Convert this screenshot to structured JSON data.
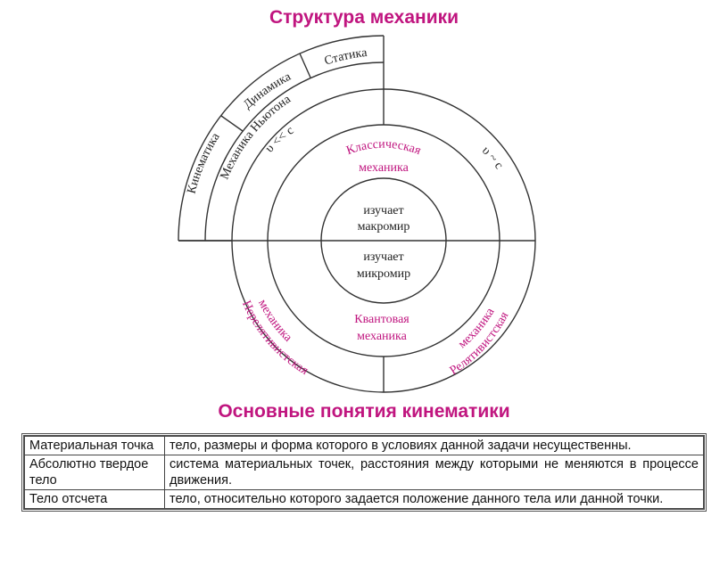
{
  "titles": {
    "structure": "Структура механики",
    "concepts": "Основные понятия кинематики"
  },
  "colors": {
    "accent": "#c0157f",
    "line": "#333333"
  },
  "diagram": {
    "outer_arcs": [
      "Кинематика",
      "Динамика",
      "Статика"
    ],
    "newton": "Механика Ньютона",
    "speed_low": "υ << c",
    "speed_high": "υ ~ c",
    "classical": [
      "Классическая",
      "механика"
    ],
    "quantum": [
      "Квантовая",
      "механика"
    ],
    "nonrelativistic": [
      "Нерелятивистская",
      "механика"
    ],
    "relativistic": [
      "Релятивистская",
      "механика"
    ],
    "macro": [
      "изучает",
      "макромир"
    ],
    "micro": [
      "изучает",
      "микромир"
    ]
  },
  "table": {
    "rows": [
      {
        "term": "Материальная точка",
        "definition": "тело, размеры и форма которого в условиях данной задачи несущественны."
      },
      {
        "term": "Абсолютно твердое тело",
        "definition": "система материальных точек, расстояния между которыми не меняются в процессе движения."
      },
      {
        "term": "Тело отсчета",
        "definition": "тело, относительно которого задается положение данного тела или данной точки."
      }
    ]
  }
}
